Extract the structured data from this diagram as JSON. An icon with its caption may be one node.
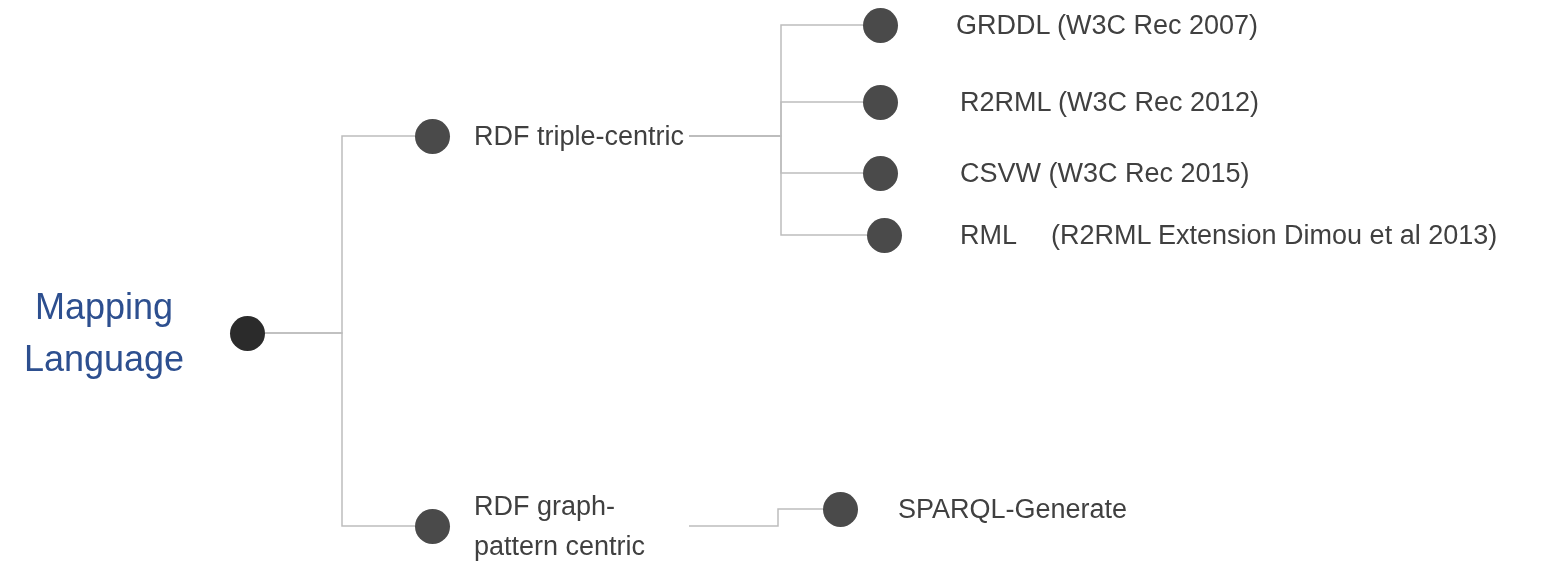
{
  "diagram": {
    "nodes": [
      {
        "text": [
          "Mapping Language"
        ]
      },
      {
        "text": [
          "RDF triple-centric"
        ]
      },
      {
        "text": [
          "RDF graph-pattern centric"
        ]
      },
      {
        "text": [
          "GRDDL (W3C Rec 2007)"
        ]
      },
      {
        "text": [
          "R2RML (W3C Rec 2012)"
        ]
      },
      {
        "text": [
          "CSVW (W3C Rec 2015)"
        ]
      },
      {
        "text": [
          "RML",
          "(R2RML Extension Dimou et al 2013)"
        ]
      },
      {
        "text": [
          "SPARQL-Generate"
        ]
      }
    ],
    "edges": [
      {
        "from": 0,
        "to": 1,
        "arrow": "none"
      },
      {
        "from": 0,
        "to": 2,
        "arrow": "none"
      },
      {
        "from": 1,
        "to": 3,
        "arrow": "none"
      },
      {
        "from": 1,
        "to": 4,
        "arrow": "none"
      },
      {
        "from": 1,
        "to": 5,
        "arrow": "none"
      },
      {
        "from": 1,
        "to": 6,
        "arrow": "none"
      },
      {
        "from": 2,
        "to": 7,
        "arrow": "none"
      }
    ]
  }
}
